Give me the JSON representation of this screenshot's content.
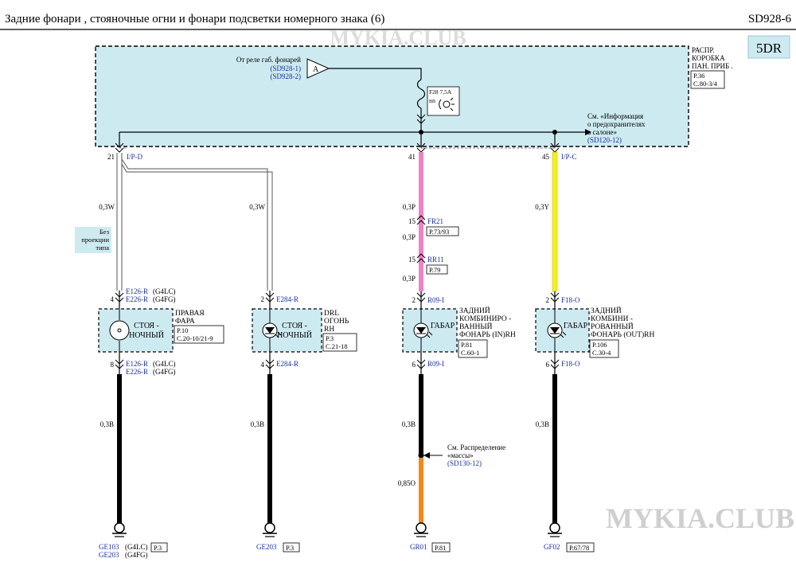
{
  "header": {
    "title": "Задние   фонари   , стояночные     огни  и фонари    подсветки     номерного    знака  (6)",
    "code": "SD928-6"
  },
  "variant_badge": "5DR",
  "watermark": "MYKIA.CLUB",
  "fuse_box": {
    "name_lines": [
      "РАСПР.",
      "КОРОБКА",
      "ПАН. ПРИБ ."
    ],
    "page_ref": [
      "P.36",
      "C.80-3/4"
    ]
  },
  "relay_source": {
    "label": "От реле  габ. фонарей",
    "refs": [
      "(SD928-1)",
      "(SD928-2)"
    ],
    "symbol": "A"
  },
  "fuse": {
    "label": "F28 7,5A",
    "small": "ВВ",
    "icon": "parking-light-icon"
  },
  "info_note": {
    "lines": [
      "См. «Информация",
      "о предохранителях",
      "в салоне»"
    ],
    "ref": "(SD120-12)"
  },
  "columns": [
    {
      "pin_top": "21",
      "connector_top": "I/P-D",
      "wire_top": "0,3W",
      "conn_mid": [
        {
          "name": "E126-R",
          "variant": "(G4LC)"
        },
        {
          "name": "E226-R",
          "variant": "(G4FG)"
        }
      ],
      "pin_mid": "4",
      "comp_inner": [
        "СТОЯ -",
        "НОЧНЫЙ"
      ],
      "comp_name": [
        "ПРАВАЯ",
        "ФАРА"
      ],
      "comp_ref": [
        "P.10",
        "C.20-10/21-9"
      ],
      "pin_bot": "8",
      "conn_bot": [
        {
          "name": "E126-R",
          "variant": "(G4LC)"
        },
        {
          "name": "E226-R",
          "variant": "(G4FG)"
        }
      ],
      "wire_bot": "0,3B",
      "ground": [
        {
          "name": "GE103",
          "variant": "(G4LC)"
        },
        {
          "name": "GE203",
          "variant": "(G4FG)"
        }
      ],
      "ground_ref": "P.3"
    },
    {
      "wire_top": "0,3W",
      "conn_mid": [
        {
          "name": "E284-R",
          "variant": ""
        }
      ],
      "pin_mid": "2",
      "comp_inner": [
        "СТОЯ -",
        "НОЧНЫЙ"
      ],
      "comp_name": [
        "DRL",
        "ОГОНЬ",
        "RH"
      ],
      "comp_ref": [
        "P.3",
        "C.21-18"
      ],
      "pin_bot": "4",
      "conn_bot": [
        {
          "name": "E284-R",
          "variant": ""
        }
      ],
      "wire_bot": "0,3B",
      "ground": [
        {
          "name": "GE203",
          "variant": ""
        }
      ],
      "ground_ref": "P.3"
    },
    {
      "pin_top": "41",
      "wire_top": "0,3P",
      "inline_conns": [
        {
          "pin": "15",
          "name": "FR21",
          "ref": "P.73/93",
          "wire_after": "0,3P"
        },
        {
          "pin": "15",
          "name": "RR11",
          "ref": "P.79",
          "wire_after": "0,3P"
        }
      ],
      "conn_mid": [
        {
          "name": "R09-I",
          "variant": ""
        }
      ],
      "pin_mid": "2",
      "comp_inner": [
        "ГАБАР"
      ],
      "comp_name": [
        "ЗАДНИЙ",
        "КОМБИНИРО -",
        "ВАННЫЙ",
        "ФОНАРЬ (IN)RH"
      ],
      "comp_ref": [
        "P.81",
        "C.60-1"
      ],
      "pin_bot": "6",
      "conn_bot": [
        {
          "name": "R09-I",
          "variant": ""
        }
      ],
      "wire_bot": "0,3B",
      "ground_note": {
        "lines": [
          "См. Распределение",
          "«массы»"
        ],
        "ref": "(SD130-12)"
      },
      "wire_bot2": "0,85O",
      "ground": [
        {
          "name": "GR01",
          "variant": ""
        }
      ],
      "ground_ref": "P.81"
    },
    {
      "pin_top": "45",
      "connector_top": "I/P-C",
      "wire_top": "0,3Y",
      "conn_mid": [
        {
          "name": "F18-O",
          "variant": ""
        }
      ],
      "pin_mid": "2",
      "comp_inner": [
        "ГАБАР"
      ],
      "comp_name": [
        "ЗАДНИЙ",
        "КОМБИНИ -",
        "РОВАННЫЙ",
        "ФОНАРЬ (OUT)RH"
      ],
      "comp_ref": [
        "P.106",
        "C.30-4"
      ],
      "pin_bot": "6",
      "conn_bot": [
        {
          "name": "F18-O",
          "variant": ""
        }
      ],
      "wire_bot": "0,3B",
      "ground": [
        {
          "name": "GF02",
          "variant": ""
        }
      ],
      "ground_ref": "P.67/78"
    }
  ],
  "no_projection_note": [
    "Без",
    "проекции",
    "типа"
  ],
  "colors": {
    "panel": "#cdeaf1",
    "pink": "#ee82c5",
    "yellow": "#f5f01c",
    "orange": "#f08a1a",
    "ref_blue": "#1a2ea6"
  }
}
